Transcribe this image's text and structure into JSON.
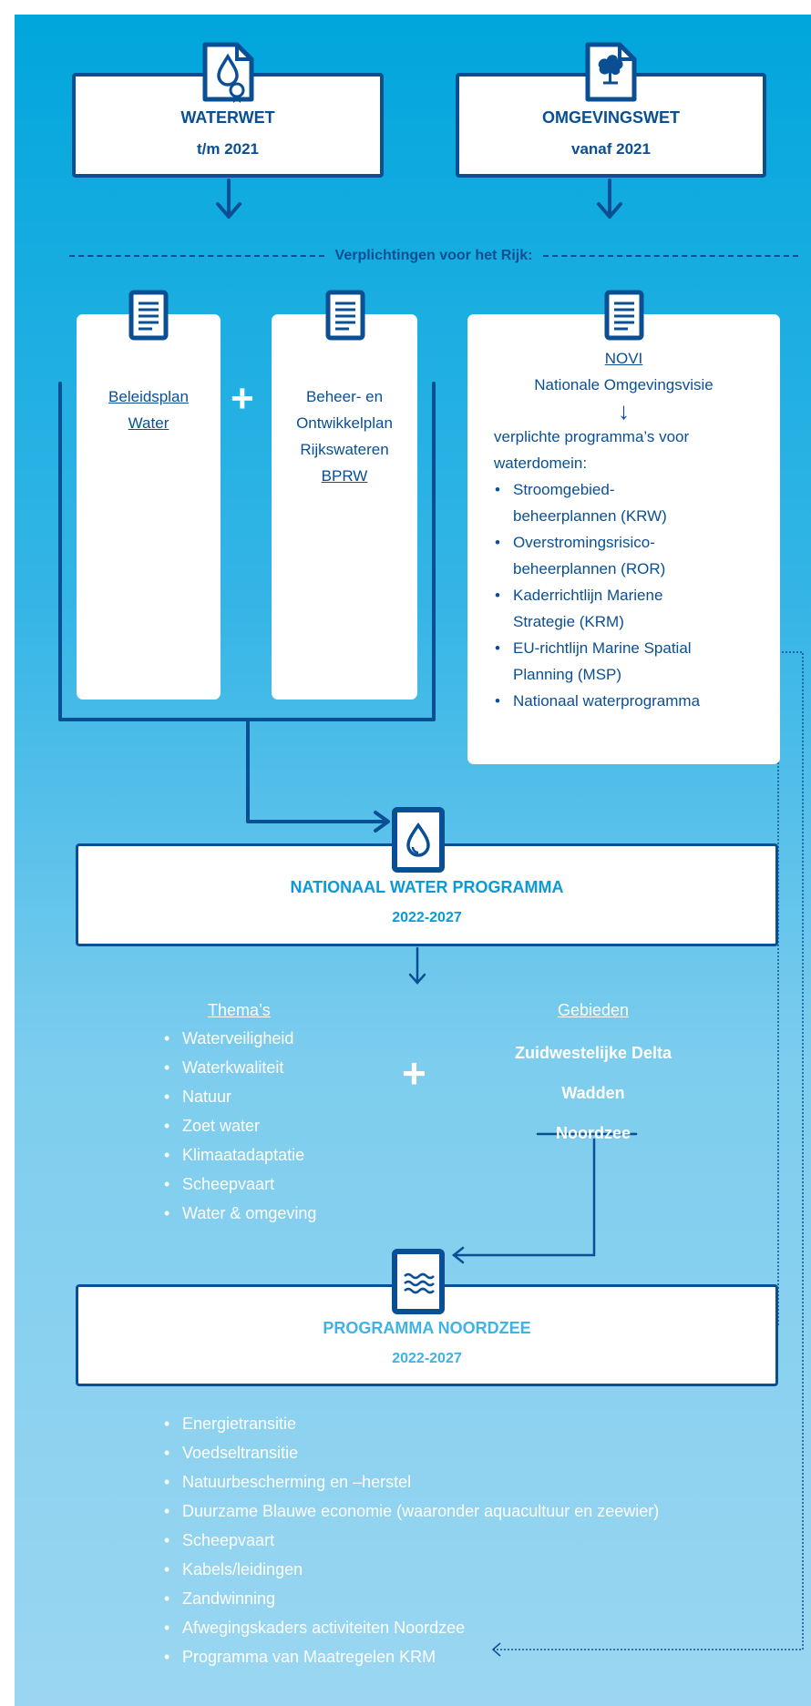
{
  "waterwet": {
    "title": "WATERWET",
    "subtitle": "t/m 2021"
  },
  "omgevingswet": {
    "title": "OMGEVINGSWET",
    "subtitle": "vanaf 2021"
  },
  "obligations_label": "Verplichtingen voor het Rijk:",
  "beleidsplan": {
    "line1": "Beleidsplan",
    "line2": "Water"
  },
  "bprw": {
    "line1": "Beheer- en",
    "line2": "Ontwikkelplan",
    "line3": "Rijkswateren",
    "line4": "BPRW"
  },
  "novi": {
    "title": "NOVI",
    "subtitle": "Nationale Omgevingsvisie",
    "intro1": "verplichte programma’s voor",
    "intro2": "waterdomein:",
    "items": [
      {
        "line1": "Stroomgebied-",
        "line2": "beheerplannen (KRW)"
      },
      {
        "line1": "Overstromingsrisico-",
        "line2": "beheerplannen (ROR)"
      },
      {
        "line1": "Kaderrichtlijn Mariene",
        "line2": "Strategie (KRM)"
      },
      {
        "line1": "EU-richtlijn Marine Spatial",
        "line2": "Planning (MSP)"
      },
      {
        "line1": "Nationaal waterprogramma",
        "line2": ""
      }
    ]
  },
  "nwp": {
    "title": "NATIONAAL WATER PROGRAMMA",
    "years": "2022-2027"
  },
  "themas": {
    "heading": "Thema’s",
    "items": [
      "Waterveiligheid",
      "Waterkwaliteit",
      "Natuur",
      "Zoet water",
      "Klimaatadaptatie",
      "Scheepvaart",
      "Water & omgeving"
    ]
  },
  "gebieden": {
    "heading": "Gebieden",
    "items": [
      "Zuidwestelijke Delta",
      "Wadden",
      "Noordzee"
    ]
  },
  "noordzee": {
    "title": "PROGRAMMA NOORDZEE",
    "years": "2022-2027"
  },
  "noordzee_items": [
    "Energietransitie",
    "Voedseltransitie",
    "Natuurbescherming en –herstel",
    "Duurzame Blauwe economie (waaronder aquacultuur en zeewier)",
    "Scheepvaart",
    "Kabels/leidingen",
    "Zandwinning",
    "Afwegingskaders activiteiten Noordzee",
    "Programma van Maatregelen KRM"
  ],
  "colors": {
    "navy": "#0a4f94",
    "light_blue_text": "#3fb2e6",
    "bg_top": "#00a6dc",
    "bg_bottom": "#9ad6f1"
  }
}
